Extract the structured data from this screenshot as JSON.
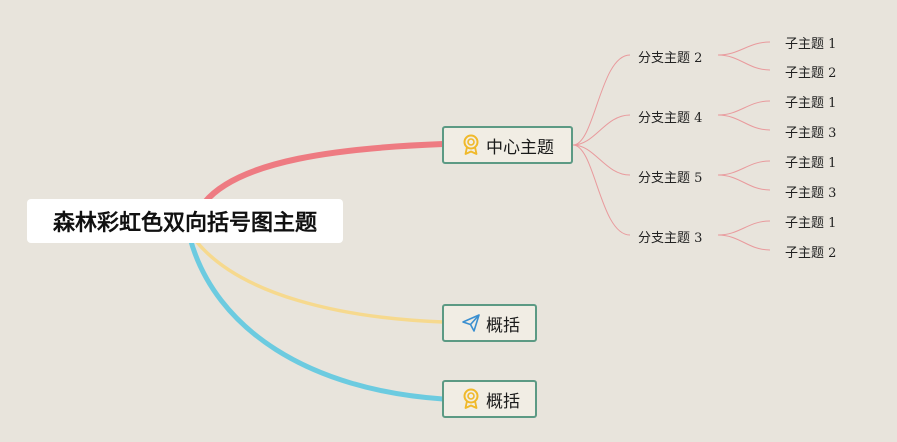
{
  "colors": {
    "background": "#e8e4dc",
    "red_line": "#ee7b82",
    "yellow_line": "#f6d98e",
    "blue_line": "#6ccbe0",
    "thin_line": "#e99a9d",
    "box_border": "#5c9a84",
    "badge_icon": "#f0b92a",
    "plane_icon": "#3a8fd0"
  },
  "root": {
    "label": "森林彩虹色双向括号图主题"
  },
  "topics": [
    {
      "label": "中心主题",
      "icon": "award-badge-icon"
    },
    {
      "label": "概括",
      "icon": "paper-plane-icon"
    },
    {
      "label": "概括",
      "icon": "award-badge-icon"
    }
  ],
  "branches": [
    {
      "label": "分支主题 2",
      "children": [
        {
          "label": "子主题 1"
        },
        {
          "label": "子主题 2"
        }
      ]
    },
    {
      "label": "分支主题 4",
      "children": [
        {
          "label": "子主题 1"
        },
        {
          "label": "子主题 3"
        }
      ]
    },
    {
      "label": "分支主题 5",
      "children": [
        {
          "label": "子主题 1"
        },
        {
          "label": "子主题 3"
        }
      ]
    },
    {
      "label": "分支主题 3",
      "children": [
        {
          "label": "子主题 1"
        },
        {
          "label": "子主题 2"
        }
      ]
    }
  ]
}
